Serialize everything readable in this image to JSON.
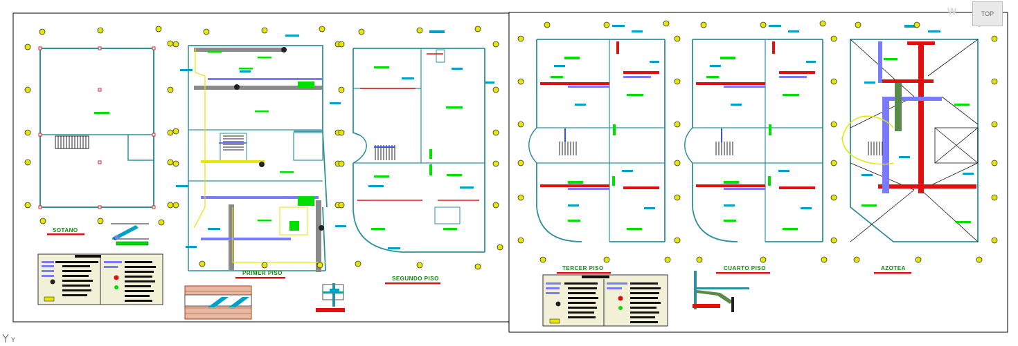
{
  "viewcube": {
    "face_label": "TOP",
    "compass_label": "W"
  },
  "ucs_axis_label": "Y",
  "sheet_left": {
    "plans": [
      {
        "name": "SOTANO"
      },
      {
        "name": "PRIMER PISO"
      },
      {
        "name": "SEGUNDO PISO"
      }
    ]
  },
  "sheet_right": {
    "plans": [
      {
        "name": "TERCER PISO"
      },
      {
        "name": "CUARTO PISO"
      },
      {
        "name": "AZOTEA"
      }
    ]
  },
  "colors": {
    "wall": "#2f8f9a",
    "pipe_red": "#e01010",
    "pipe_blue": "#7a7aff",
    "pipe_gray": "#8a8a8a",
    "label_green": "#00e000",
    "label_cyan": "#00a0c8",
    "column": "#e02020",
    "axis_bubble": "#e6e600",
    "border": "#000000"
  },
  "icons": [
    "viewcube-icon",
    "ucs-icon",
    "grid-bubble-icon",
    "legend-table-icon",
    "detail-icon"
  ]
}
